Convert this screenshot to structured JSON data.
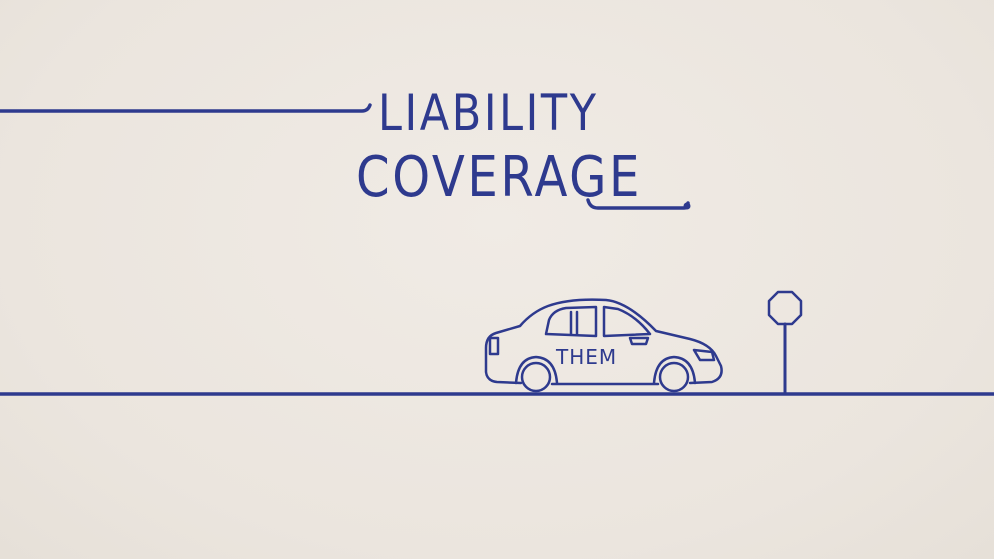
{
  "title": {
    "line1": "LIABILITY",
    "line2": "COVERAGE"
  },
  "car": {
    "label": "THEM"
  },
  "colors": {
    "ink": "#2e3a8e",
    "paper": "#ede8e2"
  },
  "icons": {
    "car": "car-icon",
    "sign": "stop-sign-icon"
  }
}
